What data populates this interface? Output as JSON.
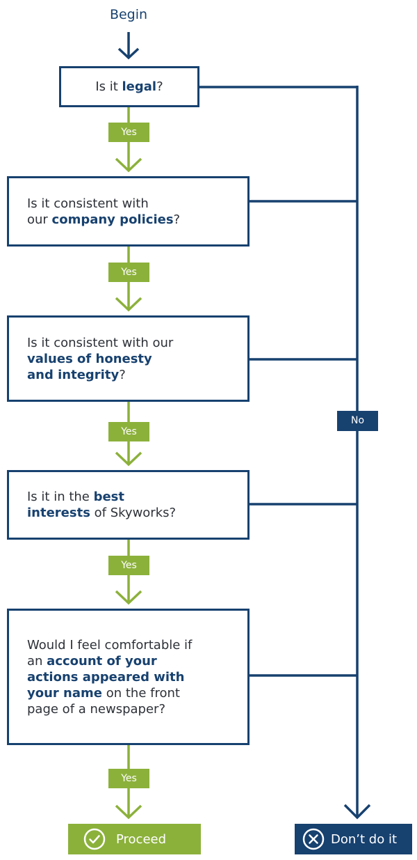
{
  "begin_label": "Begin",
  "questions": [
    {
      "parts": [
        {
          "text": "Is it ",
          "bold": false
        },
        {
          "text": "legal",
          "bold": true
        },
        {
          "text": "?",
          "bold": false
        }
      ]
    },
    {
      "parts": [
        {
          "text": "Is it consistent with",
          "bold": false
        },
        {
          "br": true
        },
        {
          "text": "our ",
          "bold": false
        },
        {
          "text": "company policies",
          "bold": true
        },
        {
          "text": "?",
          "bold": false
        }
      ]
    },
    {
      "parts": [
        {
          "text": "Is it consistent with our",
          "bold": false
        },
        {
          "br": true
        },
        {
          "text": "values of honesty",
          "bold": true
        },
        {
          "br": true
        },
        {
          "text": "and integrity",
          "bold": true
        },
        {
          "text": "?",
          "bold": false
        }
      ]
    },
    {
      "parts": [
        {
          "text": "Is it in the ",
          "bold": false
        },
        {
          "text": "best",
          "bold": true
        },
        {
          "br": true
        },
        {
          "text": "interests",
          "bold": true
        },
        {
          "text": " of Skyworks?",
          "bold": false
        }
      ]
    },
    {
      "parts": [
        {
          "text": "Would I feel comfortable if",
          "bold": false
        },
        {
          "br": true
        },
        {
          "text": "an ",
          "bold": false
        },
        {
          "text": "account of your",
          "bold": true
        },
        {
          "br": true
        },
        {
          "text": "actions appeared with",
          "bold": true
        },
        {
          "br": true
        },
        {
          "text": "your name",
          "bold": true
        },
        {
          "text": " on the front",
          "bold": false
        },
        {
          "br": true
        },
        {
          "text": "page of a newspaper?",
          "bold": false
        }
      ]
    }
  ],
  "yes_label": "Yes",
  "no_label": "No",
  "outcomes": {
    "proceed": {
      "label": "Proceed",
      "icon": "check-circle-icon",
      "color": "#8cb13b"
    },
    "dont": {
      "label": "Don’t do it",
      "icon": "x-circle-icon",
      "color": "#17416f"
    }
  },
  "colors": {
    "navy": "#17416f",
    "green": "#8cb13b",
    "text": "#2d3138"
  }
}
